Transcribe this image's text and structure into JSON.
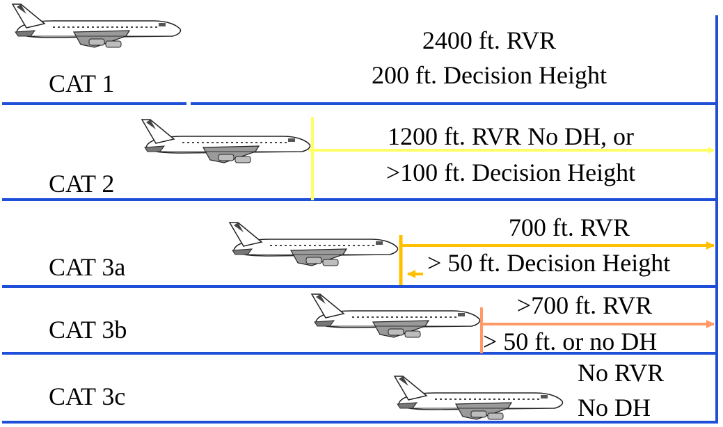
{
  "rows": [
    {
      "label": "CAT 1",
      "lines": [
        "2400 ft. RVR",
        "200 ft. Decision Height"
      ]
    },
    {
      "label": "CAT 2",
      "lines": [
        "1200 ft. RVR No DH, or",
        ">100 ft. Decision Height"
      ],
      "color": "#ffff66"
    },
    {
      "label": "CAT 3a",
      "lines": [
        "700 ft. RVR",
        "> 50 ft. Decision Height"
      ],
      "color": "#ffc000"
    },
    {
      "label": "CAT 3b",
      "lines": [
        ">700 ft. RVR",
        "> 50 ft. or no DH"
      ],
      "color": "#ff9966"
    },
    {
      "label": "CAT 3c",
      "lines": [
        "No RVR",
        "No DH"
      ]
    }
  ],
  "colors": {
    "rule": "#1f4fd8",
    "text": "#000000"
  },
  "icons": [
    "airplane-icon"
  ]
}
